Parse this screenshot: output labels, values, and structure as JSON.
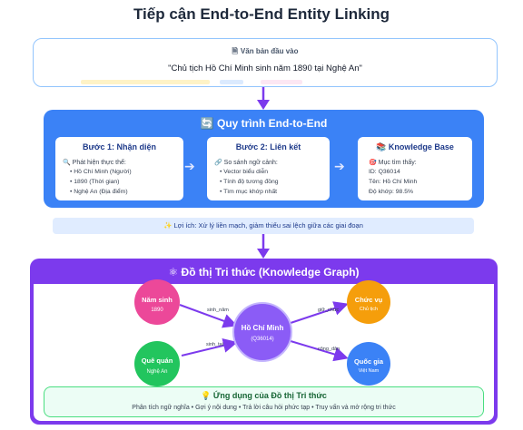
{
  "title": "Tiếp cận End-to-End Entity Linking",
  "input": {
    "icon": "document-icon",
    "label": "Văn bản đầu vào",
    "text": "\"Chủ tịch Hồ Chí Minh sinh năm 1890 tại Nghệ An\""
  },
  "process": {
    "icon": "refresh-icon",
    "title": "Quy trình End-to-End",
    "step1": {
      "title": "Bước 1: Nhận diện",
      "sub": "Phát hiện thực thể:",
      "items": [
        "• Hồ Chí Minh (Người)",
        "• 1890 (Thời gian)",
        "• Nghệ An (Địa điểm)"
      ]
    },
    "step2": {
      "title": "Bước 2: Liên kết",
      "sub": "So sánh ngữ cảnh:",
      "items": [
        "• Vector biểu diễn",
        "• Tính độ tương đồng",
        "• Tìm mục khớp nhất"
      ]
    },
    "kb": {
      "title": "Knowledge Base",
      "sub": "Mục tìm thấy:",
      "items": [
        "ID: Q36014",
        "Tên: Hồ Chí Minh",
        "Độ khớp: 98.5%"
      ]
    }
  },
  "benefit": {
    "text": "✨ Lợi ích: Xử lý liền mạch, giảm thiểu sai lệch giữa các giai đoạn"
  },
  "kg": {
    "icon": "atom-icon",
    "title": "Đồ thị Tri thức (Knowledge Graph)",
    "center": {
      "name": "Hồ Chí Minh",
      "id": "(Q36014)"
    },
    "nodes": {
      "birth": {
        "name": "Năm sinh",
        "value": "1890"
      },
      "home": {
        "name": "Quê quán",
        "value": "Nghệ An"
      },
      "role": {
        "name": "Chức vụ",
        "value": "Chủ tịch"
      },
      "nation": {
        "name": "Quốc gia",
        "value": "Việt Nam"
      }
    },
    "edges": {
      "birth": "sinh_năm",
      "home": "sinh_tại",
      "role": "giữ_chức",
      "nation": "công_dân"
    }
  },
  "app": {
    "icon": "lightbulb-icon",
    "title": "Ứng dụng của Đồ thị Tri thức",
    "text": "Phân tích ngữ nghĩa • Gợi ý nội dung • Trả lời câu hỏi phức tạp • Truy vấn và mở rộng tri thức"
  },
  "colors": {
    "blue": "#3b82f6",
    "purple": "#7c3aed",
    "pink": "#ec4899",
    "green": "#22c55e",
    "orange": "#f59e0b",
    "navy": "#3b82f6"
  }
}
